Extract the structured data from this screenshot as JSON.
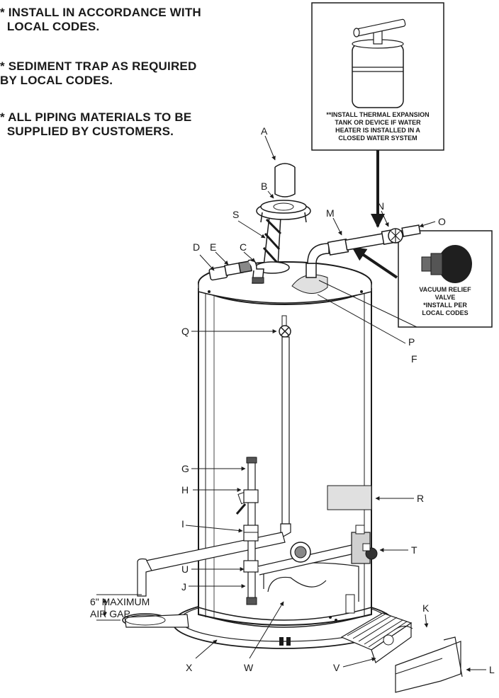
{
  "notes": [
    "* INSTALL IN ACCORDANCE WITH\n  LOCAL CODES.",
    "* SEDIMENT TRAP AS REQUIRED\nBY LOCAL CODES.",
    "* ALL PIPING MATERIALS TO BE\n  SUPPLIED BY CUSTOMERS."
  ],
  "expansion_tank_box": [
    "**INSTALL THERMAL EXPANSION",
    "TANK OR DEVICE IF WATER",
    "HEATER IS INSTALLED IN A",
    "CLOSED WATER SYSTEM"
  ],
  "vacuum_relief_box": [
    "VACUUM RELIEF",
    "VALVE",
    "*INSTALL PER",
    "LOCAL CODES"
  ],
  "air_gap_label": "6\" MAXIMUM\nAIR GAP",
  "callouts": {
    "A": "A",
    "B": "B",
    "C": "C",
    "D": "D",
    "E": "E",
    "F": "F",
    "G": "G",
    "H": "H",
    "I": "I",
    "J": "J",
    "K": "K",
    "L": "L",
    "M": "M",
    "N": "N",
    "O": "O",
    "P": "P",
    "Q": "Q",
    "R": "R",
    "S": "S",
    "T": "T",
    "U": "U",
    "V": "V",
    "W": "W",
    "X": "X"
  },
  "colors": {
    "line": "#1a1a1a",
    "tank_fill": "#ffffff",
    "shade": "#d8d8d8",
    "dark": "#3a3a3a"
  }
}
